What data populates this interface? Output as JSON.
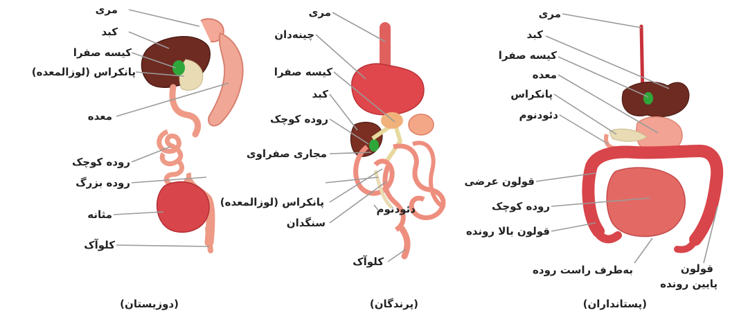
{
  "colors": {
    "organ_pink": "#ee9a86",
    "organ_red": "#d8454a",
    "liver_brown": "#6e2b22",
    "gall_green": "#2fa63a",
    "pancreas_cream": "#e9dcb4",
    "leader_gray": "#9a9a9a"
  },
  "panels": {
    "amphibians": {
      "caption": "(دوزیستان)",
      "labels": {
        "esophagus": "مری",
        "liver": "کبد",
        "gallbladder": "کیسه صفرا",
        "pancreas": "پانکراس (لوزالمعده)",
        "stomach": "معده",
        "small_intestine": "روده کوچک",
        "large_intestine": "روده بزرگ",
        "bladder": "مثانه",
        "cloaca": "کلوآک"
      }
    },
    "birds": {
      "caption": "(پرندگان)",
      "labels": {
        "esophagus": "مری",
        "crop": "چینه‌دان",
        "gallbladder": "کیسه صفرا",
        "liver": "کبد",
        "small_intestine": "روده کوچک",
        "bile_ducts": "مجاری صفراوی",
        "pancreas": "پانکراس (لوزالمعده)",
        "gizzard": "سنگدان",
        "duodenum": "دئودنوم",
        "cloaca": "کلوآک"
      }
    },
    "mammals": {
      "caption": "(پستانداران)",
      "labels": {
        "esophagus": "مری",
        "liver": "کبد",
        "gallbladder": "کیسه صفرا",
        "stomach": "معده",
        "pancreas": "پانکراس",
        "duodenum": "دئودنوم",
        "transverse_colon": "قولون عرضی",
        "small_intestine": "روده کوچک",
        "ascending_colon": "قولون بالا رونده",
        "to_rectum": "به‌طرف راست روده",
        "descending_colon_1": "قولون",
        "descending_colon_2": "پایین رونده"
      }
    }
  }
}
